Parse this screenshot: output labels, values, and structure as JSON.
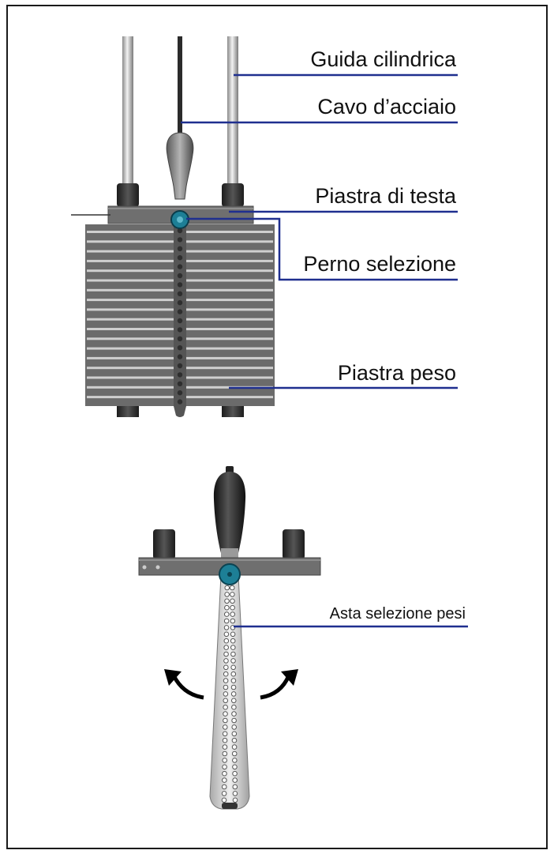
{
  "labels": {
    "guida": "Guida cilindrica",
    "cavo": "Cavo d’acciaio",
    "piastra_testa": "Piastra di testa",
    "perno": "Perno selezione",
    "piastra_peso": "Piastra peso",
    "asta": "Asta selezione pesi"
  },
  "colors": {
    "leader": "#1f2f8f",
    "pin": "#1d7f96",
    "plate": "#6b6b6b",
    "handle": "#2a2a2a"
  },
  "icons": {
    "left_arrow": "curved-arrow-left-icon",
    "right_arrow": "curved-arrow-right-icon"
  }
}
